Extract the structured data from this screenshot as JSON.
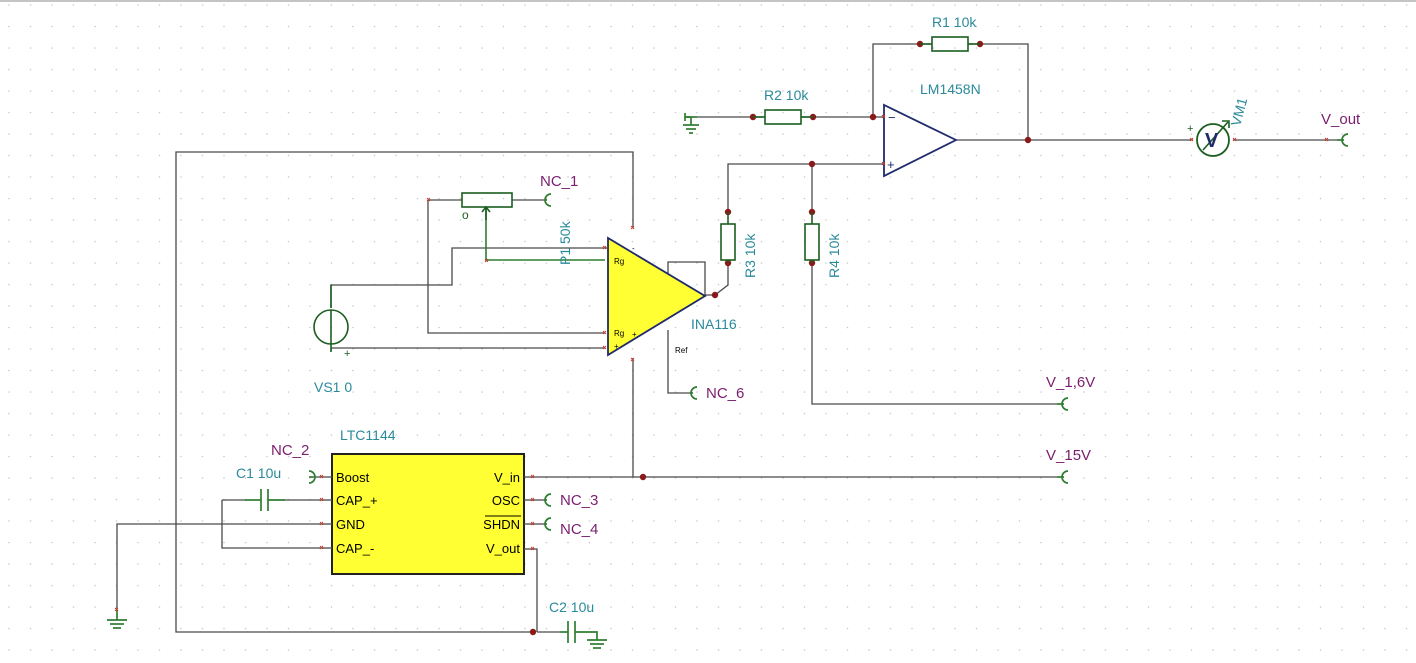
{
  "labels": {
    "r1": "R1 10k",
    "r2": "R2 10k",
    "r3": "R3 10k",
    "r4": "R4 10k",
    "p1": "P1 50k",
    "c1": "C1 10u",
    "c2": "C2 10u",
    "vs1": "VS1 0",
    "vm1": "VM1",
    "opamp_out": "LM1458N",
    "ina": "INA116",
    "ltc": "LTC1144"
  },
  "connectors": {
    "nc_1": "NC_1",
    "nc_2": "NC_2",
    "nc_3": "NC_3",
    "nc_4": "NC_4",
    "nc_6": "NC_6",
    "v_out": "V_out",
    "v_1_6v": "V_1,6V",
    "v_15v": "V_15V"
  },
  "ina_pins": {
    "rg_top": "Rg",
    "rg_bottom": "Rg",
    "minus": "-",
    "plus_in": "+",
    "plus_bottom": "+",
    "ref": "Ref"
  },
  "ltc_pins": {
    "boost": "Boost",
    "cap_plus": "CAP_+",
    "gnd": "GND",
    "cap_minus": "CAP_-",
    "v_in": "V_in",
    "osc": "OSC",
    "shdn": "SHDN",
    "v_out": "V_out"
  },
  "symbols": {
    "opamp_minus": "−",
    "opamp_plus": "+",
    "voltmeter": "V",
    "vm_plus": "+",
    "vs_plus": "+",
    "pot_wiper": "o"
  },
  "colors": {
    "component_fill": "#ffff33",
    "component_stroke": "#1f2a6b",
    "wire": "#4a4a4a",
    "passive": "#2e7d32",
    "label_teal": "#2a8a9a",
    "label_purple": "#7a1e6e",
    "node_dot": "#8a1a1a",
    "grid_dot": "#c8c8c8"
  }
}
